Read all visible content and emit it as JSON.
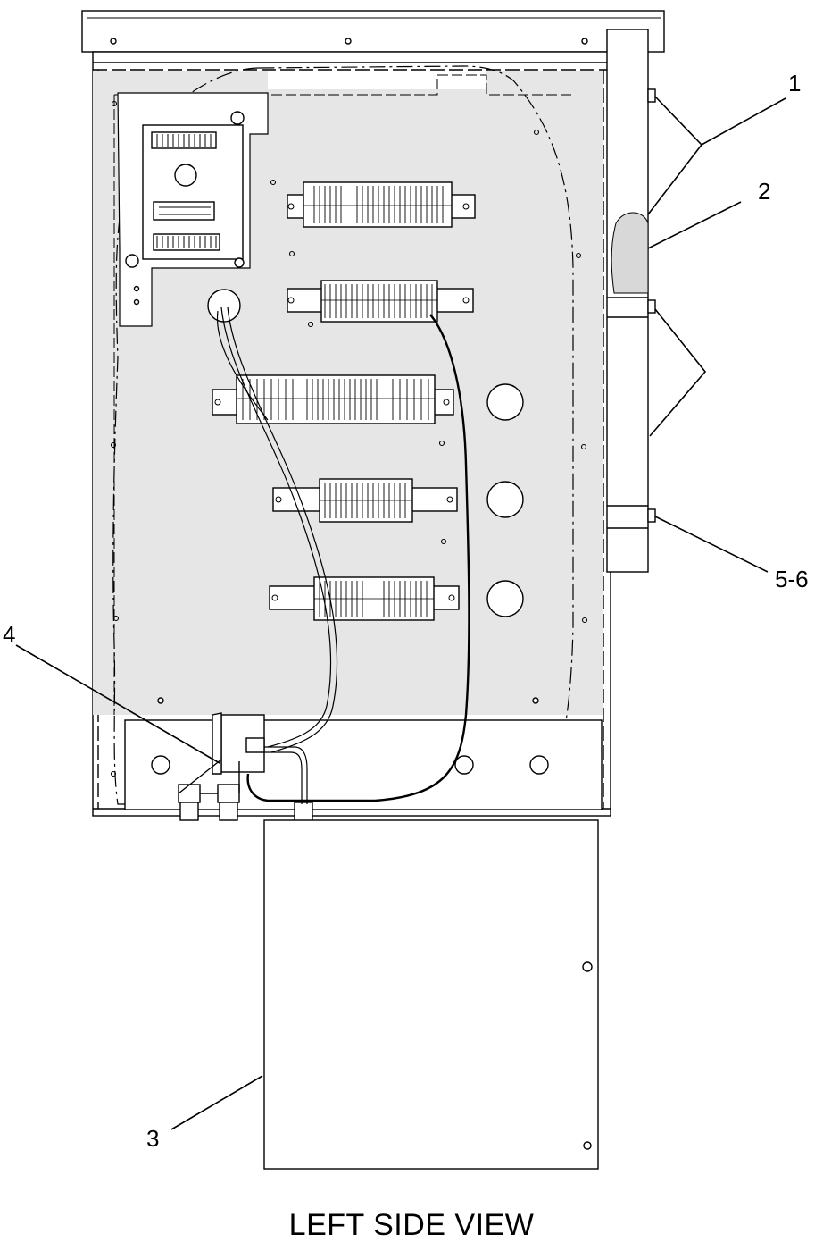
{
  "title": "LEFT SIDE VIEW",
  "callouts": {
    "c1": "1",
    "c2": "2",
    "c3": "3",
    "c4": "4",
    "c56": "5-6"
  },
  "colors": {
    "line": "#000000",
    "panel_fill": "#e6e6e6",
    "background": "#ffffff"
  }
}
